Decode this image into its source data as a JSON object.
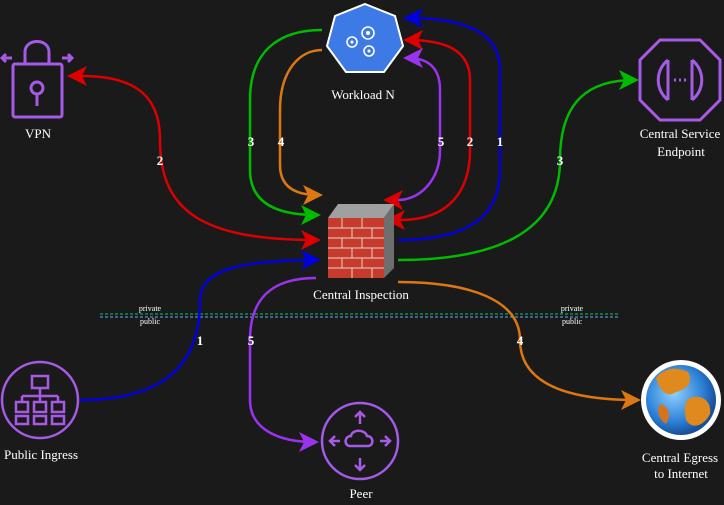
{
  "nodes": {
    "workload": {
      "label": "Workload N",
      "icon": "kubernetes-icon",
      "color": "#3d7ae6"
    },
    "vpn": {
      "label": "VPN",
      "icon": "lock-icon",
      "color": "#a65ae6"
    },
    "central_service": {
      "label_line1": "Central Service",
      "label_line2": "Endpoint",
      "icon": "endpoint-icon",
      "color": "#a65ae6"
    },
    "firewall": {
      "label": "Central Inspection",
      "icon": "firewall-icon"
    },
    "public_ingress": {
      "label": "Public Ingress",
      "icon": "hierarchy-icon",
      "color": "#a65ae6"
    },
    "peer": {
      "label": "Peer",
      "icon": "router-icon",
      "color": "#a65ae6"
    },
    "egress": {
      "label_line1": "Central Egress",
      "label_line2": "to Internet",
      "icon": "globe-icon"
    }
  },
  "zones": {
    "left": {
      "private": "private",
      "public": "public"
    },
    "right": {
      "private": "private",
      "public": "public"
    },
    "colors": {
      "private": "#00cc66",
      "public": "#66aaff"
    }
  },
  "flows": [
    {
      "id": "flow-1-ingress",
      "number": "1",
      "color": "#0000dd"
    },
    {
      "id": "flow-1-workload",
      "number": "1",
      "color": "#0000dd"
    },
    {
      "id": "flow-2-vpn",
      "number": "2",
      "color": "#dd0000"
    },
    {
      "id": "flow-2-workload",
      "number": "2",
      "color": "#dd0000"
    },
    {
      "id": "flow-3-workload",
      "number": "3",
      "color": "#00bb00"
    },
    {
      "id": "flow-3-service",
      "number": "3",
      "color": "#00bb00"
    },
    {
      "id": "flow-4-workload",
      "number": "4",
      "color": "#dd7711"
    },
    {
      "id": "flow-4-egress",
      "number": "4",
      "color": "#dd7711"
    },
    {
      "id": "flow-5-workload",
      "number": "5",
      "color": "#9933ee"
    },
    {
      "id": "flow-5-peer",
      "number": "5",
      "color": "#9933ee"
    }
  ]
}
